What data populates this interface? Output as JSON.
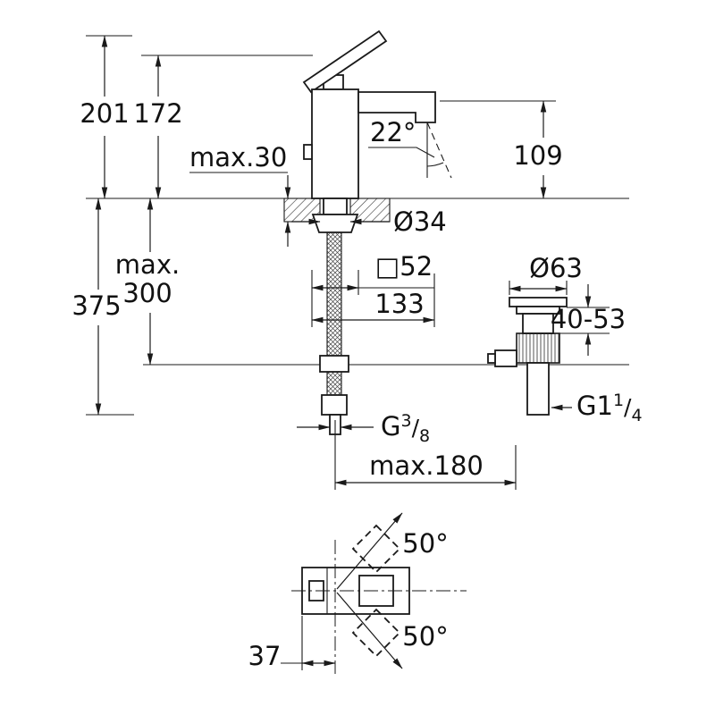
{
  "drawing": {
    "background": "#ffffff",
    "line_color": "#1a1a1a",
    "kind": "faucet installation technical drawing"
  },
  "side_view": {
    "dim_total_height": "201",
    "dim_height_to_spout": "172",
    "dim_deck_thickness": "max.30",
    "dim_spout_angle": "22°",
    "dim_outlet_height": "109",
    "dim_hole_diameter": "Ø34",
    "dim_base_square": "□52",
    "dim_spout_reach": "133",
    "dim_waste_diameter": "Ø63",
    "dim_hose_length_label": "max.",
    "dim_hose_length_value": "300",
    "dim_total_depth": "375",
    "dim_waste_deck_range": "40-53",
    "waste_thread": {
      "base": "G1",
      "numerator": "1",
      "slash": "/",
      "denominator": "4"
    },
    "supply_thread": {
      "base": "G",
      "numerator": "3",
      "slash": "/",
      "denominator": "8"
    },
    "dim_waste_offset": "max.180"
  },
  "top_view": {
    "dim_handle_angle_up": "50°",
    "dim_handle_angle_down": "50°",
    "dim_front_offset": "37"
  }
}
